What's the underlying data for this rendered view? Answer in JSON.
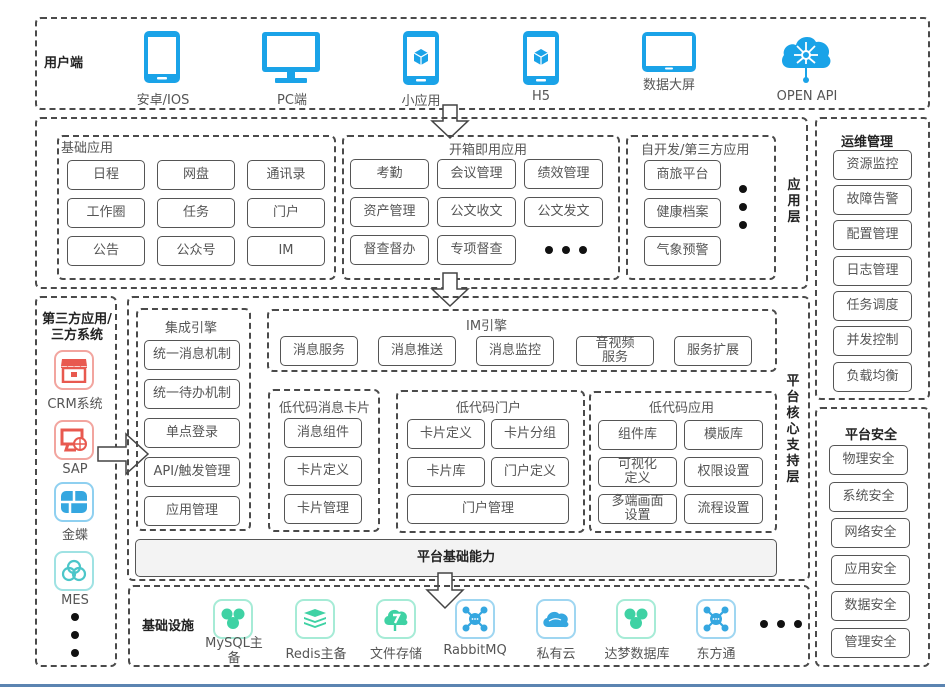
{
  "user_layer": {
    "label": "用户端",
    "clients": [
      {
        "label": "安卓/IOS",
        "icon": "smartphone-icon"
      },
      {
        "label": "PC端",
        "icon": "monitor-icon"
      },
      {
        "label": "小应用",
        "icon": "mini-app-phone-icon"
      },
      {
        "label": "H5",
        "icon": "h5-phone-icon"
      },
      {
        "label": "数据大屏",
        "icon": "tablet-screen-icon"
      },
      {
        "label": "OPEN API",
        "icon": "cloud-api-icon"
      }
    ]
  },
  "app_layer": {
    "label": "应用层",
    "basic": {
      "title": "基础应用",
      "items": [
        "日程",
        "网盘",
        "通讯录",
        "工作圈",
        "任务",
        "门户",
        "公告",
        "公众号",
        "IM"
      ]
    },
    "ready": {
      "title": "开箱即用应用",
      "items": [
        "考勤",
        "会议管理",
        "绩效管理",
        "资产管理",
        "公文收文",
        "公文发文",
        "督查督办",
        "专项督查"
      ],
      "more": "more-dots"
    },
    "third": {
      "title": "自开发/第三方应用",
      "items": [
        "商旅平台",
        "健康档案",
        "气象预警"
      ],
      "more": "more-dots"
    }
  },
  "third_systems": {
    "title": "第三方应用/三方系统",
    "systems": [
      {
        "label": "CRM系统",
        "icon": "store-icon",
        "color": "#e8594f"
      },
      {
        "label": "SAP",
        "icon": "computer-globe-icon",
        "color": "#e8594f"
      },
      {
        "label": "金蝶",
        "icon": "grid-window-icon",
        "color": "#35a7e0"
      },
      {
        "label": "MES",
        "icon": "cloud-rings-icon",
        "color": "#4cc6c9"
      }
    ]
  },
  "core_layer": {
    "label": "平台核心支持层",
    "integration": {
      "title": "集成引擎",
      "items": [
        "统一消息机制",
        "统一待办机制",
        "单点登录",
        "API/触发管理",
        "应用管理"
      ]
    },
    "im": {
      "title": "IM引擎",
      "items": [
        "消息服务",
        "消息推送",
        "消息监控",
        "音视频服务",
        "服务扩展"
      ]
    },
    "lowcode_card": {
      "title": "低代码消息卡片",
      "items": [
        "消息组件",
        "卡片定义",
        "卡片管理"
      ]
    },
    "lowcode_portal": {
      "title": "低代码门户",
      "items": [
        "卡片定义",
        "卡片分组",
        "卡片库",
        "门户定义",
        "门户管理"
      ]
    },
    "lowcode_app": {
      "title": "低代码应用",
      "items": [
        "组件库",
        "模版库",
        "可视化定义",
        "权限设置",
        "多端画面设置",
        "流程设置"
      ]
    },
    "foundation": "平台基础能力"
  },
  "infrastructure": {
    "label": "基础设施",
    "items": [
      {
        "label": "MySQL主备",
        "icon": "database-cluster-icon",
        "color": "#3fd2a4"
      },
      {
        "label": "Redis主备",
        "icon": "redis-stack-icon",
        "color": "#3fd2a4"
      },
      {
        "label": "文件存储",
        "icon": "cloud-storage-icon",
        "color": "#3fd2a4"
      },
      {
        "label": "RabbitMQ",
        "icon": "message-queue-icon",
        "color": "#35a7e0"
      },
      {
        "label": "私有云",
        "icon": "private-cloud-icon",
        "color": "#35a7e0"
      },
      {
        "label": "达梦数据库",
        "icon": "dm-database-icon",
        "color": "#3fd2a4"
      },
      {
        "label": "东方通",
        "icon": "middleware-hub-icon",
        "color": "#35a7e0"
      }
    ]
  },
  "ops": {
    "title": "运维管理",
    "items": [
      "资源监控",
      "故障告警",
      "配置管理",
      "日志管理",
      "任务调度",
      "并发控制",
      "负载均衡"
    ]
  },
  "security": {
    "title": "平台安全",
    "items": [
      "物理安全",
      "系统安全",
      "网络安全",
      "应用安全",
      "数据安全",
      "管理安全"
    ]
  },
  "colors": {
    "accent_blue": "#1aa3e8",
    "accent_red": "#e8594f",
    "accent_green": "#3fd2a4"
  }
}
